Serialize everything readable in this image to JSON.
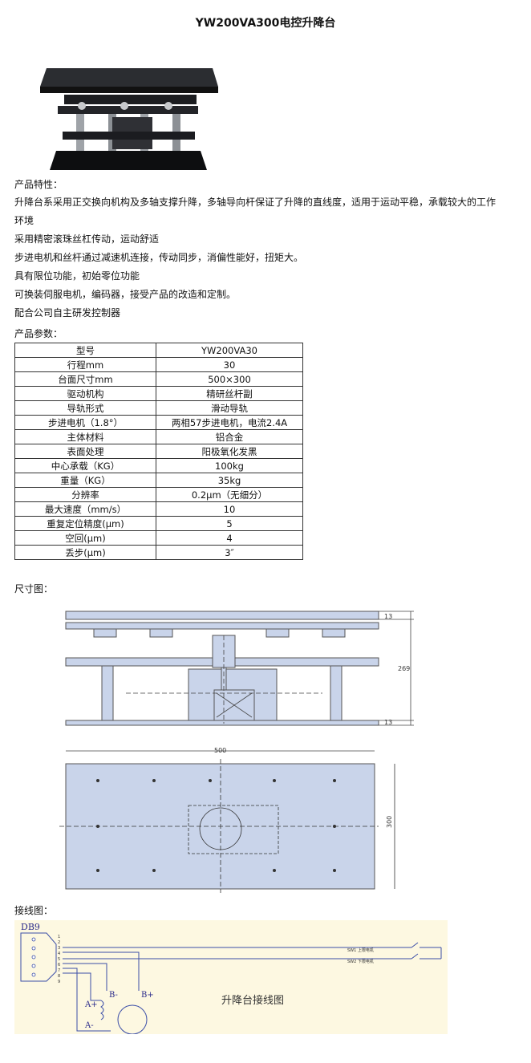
{
  "title": "YW200VA300电控升降台",
  "features_heading": "产品特性：",
  "features": [
    "升降台系采用正交换向机构及多轴支撑升降，多轴导向杆保证了升降的直线度，适用于运动平稳，承载较大的工作",
    "环境",
    "采用精密滚珠丝杠传动，运动舒适",
    "步进电机和丝杆通过减速机连接，传动同步，消偏性能好，扭矩大。",
    "具有限位功能，初始零位功能",
    "可换装伺服电机，编码器，接受产品的改造和定制。",
    "配合公司自主研发控制器"
  ],
  "params_heading": "产品参数：",
  "params": [
    [
      "型号",
      "YW200VA30"
    ],
    [
      "行程mm",
      "30"
    ],
    [
      "台面尺寸mm",
      "500×300"
    ],
    [
      "驱动机构",
      "精研丝杆副"
    ],
    [
      "导轨形式",
      "滑动导轨"
    ],
    [
      "步进电机（1.8°）",
      "两相57步进电机，电流2.4A"
    ],
    [
      "主体材料",
      "铝合金"
    ],
    [
      "表面处理",
      "阳极氧化发黑"
    ],
    [
      "中心承载（KG）",
      "100kg"
    ],
    [
      "重量（KG）",
      "35kg"
    ],
    [
      "分辨率",
      "0.2μm（无细分）"
    ],
    [
      "最大速度（mm/s）",
      "10"
    ],
    [
      "重复定位精度(μm)",
      "5"
    ],
    [
      "空回(μm)",
      "4"
    ],
    [
      "丢步(μm)",
      "3″"
    ]
  ],
  "dimension_heading": "尺寸图：",
  "dimensions": {
    "top_13": "13",
    "height_269": "269",
    "bottom_13": "13",
    "width_500": "500",
    "depth_300": "300"
  },
  "wiring_heading": "接线图：",
  "wiring": {
    "connector": "DB9",
    "pins": [
      "1",
      "2",
      "3",
      "4",
      "5",
      "6",
      "7",
      "8",
      "9"
    ],
    "sw1": "SW1  上限电机",
    "sw2": "SW2  下限电机",
    "a_plus": "A+",
    "a_minus": "A-",
    "b_minus": "B-",
    "b_plus": "B+",
    "caption": "升降台接线图"
  },
  "colors": {
    "plate_blue": "#c9d4ea",
    "wiring_bg": "#fdf8e1",
    "wire_blue": "#3b4ea8"
  }
}
